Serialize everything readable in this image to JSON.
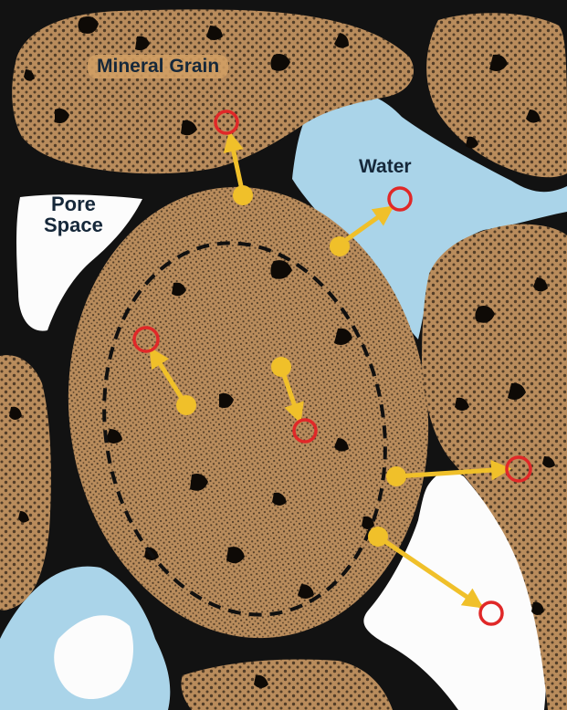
{
  "labels": {
    "mineral_grain": "Mineral Grain",
    "water": "Water",
    "pore_line1": "Pore",
    "pore_line2": "Space"
  },
  "colors": {
    "background": "#121212",
    "grain": "#b98c5c",
    "grain_speckle": "#0e0a06",
    "water": "#aad4e9",
    "pore_space": "#fcfcfc",
    "arrow": "#f0c02a",
    "target_ring": "#e02828",
    "dashed_outline": "#101010"
  },
  "icons": {
    "arrow_start": "yellow-dot",
    "arrow_end": "red-ring"
  }
}
